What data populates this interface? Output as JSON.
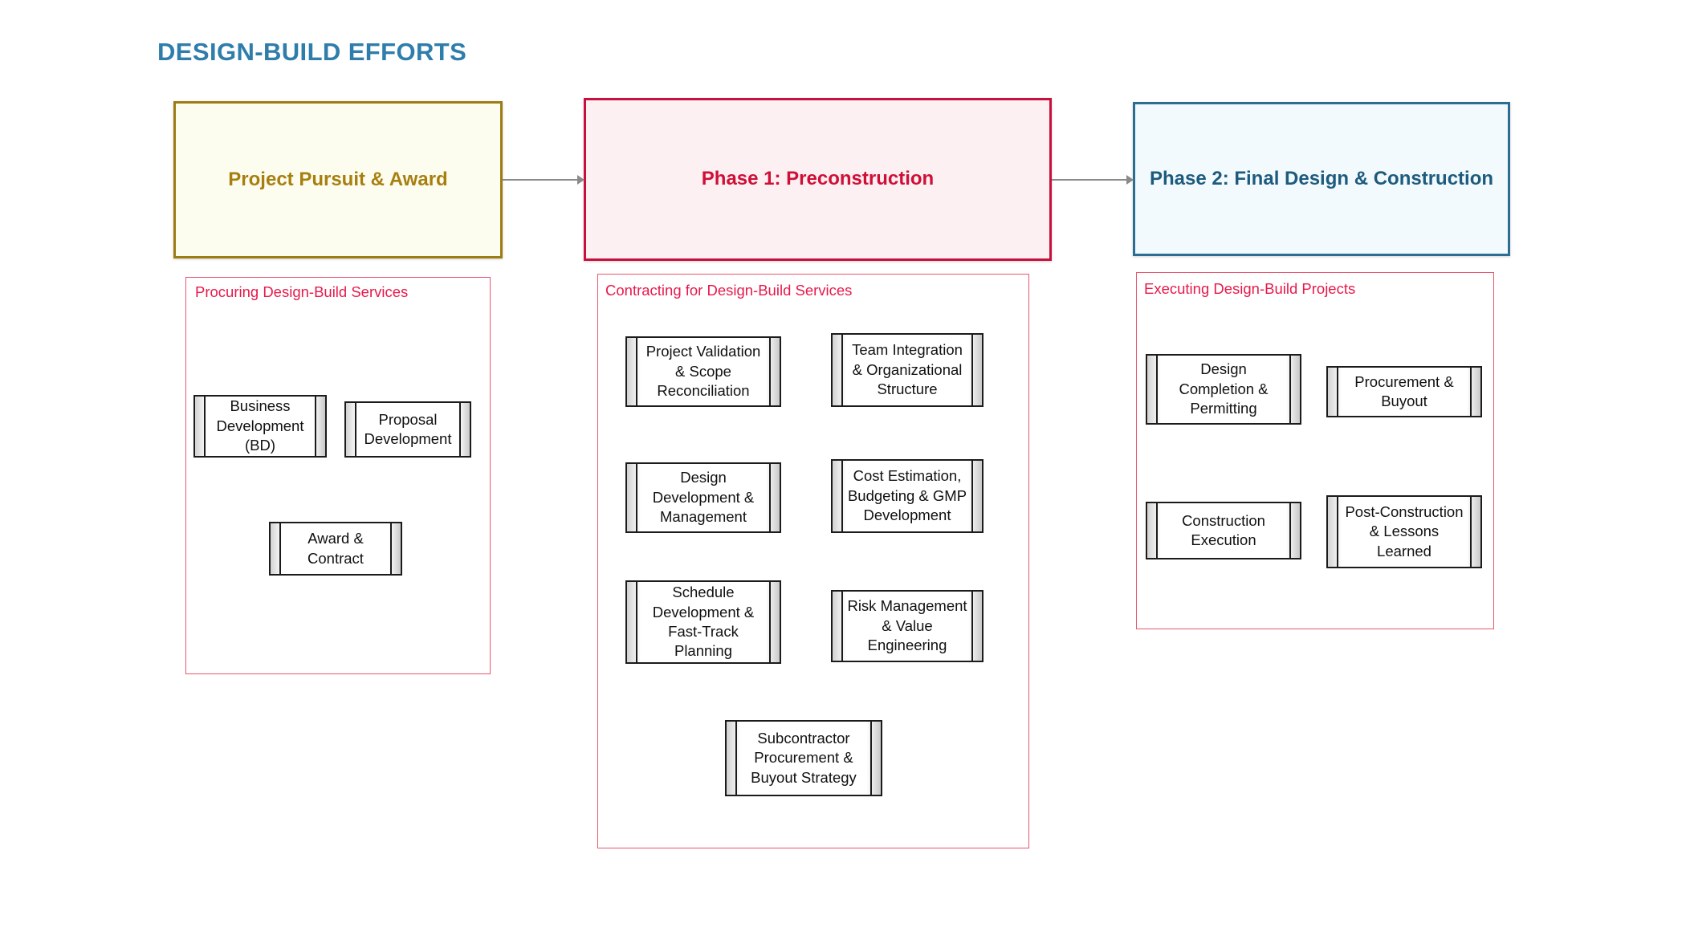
{
  "title": "DESIGN-BUILD EFFORTS",
  "colors": {
    "title": "#2e7daa",
    "phase1_border": "#9c7c14",
    "phase1_text": "#a77f10",
    "phase1_fill": "#fdfdef",
    "phase2_border": "#c8103c",
    "phase2_text": "#cf0f36",
    "phase2_fill": "#fdf0f3",
    "phase3_border": "#2b6e91",
    "phase3_text": "#1d5b7e",
    "phase3_fill": "#f3fafd",
    "group_border": "#e8566f",
    "group_label": "#e8194b",
    "node_border": "#1b1b1b",
    "connector": "#8a8a8a"
  },
  "phases": [
    {
      "id": "project-pursuit-award",
      "label": "Project Pursuit & Award"
    },
    {
      "id": "phase-1-preconstruction",
      "label": "Phase 1: Preconstruction"
    },
    {
      "id": "phase-2-final-design-construction",
      "label": "Phase 2: Final Design & Construction"
    }
  ],
  "connectors": [
    {
      "from": "project-pursuit-award",
      "to": "phase-1-preconstruction",
      "style": "arrow"
    },
    {
      "from": "phase-1-preconstruction",
      "to": "phase-2-final-design-construction",
      "style": "arrow"
    }
  ],
  "groups": [
    {
      "id": "procuring",
      "label": "Procuring Design-Build Services",
      "nodes": [
        {
          "id": "business-development",
          "label": "Business Development (BD)"
        },
        {
          "id": "proposal-development",
          "label": "Proposal Development"
        },
        {
          "id": "award-contract",
          "label": "Award & Contract"
        }
      ]
    },
    {
      "id": "contracting",
      "label": "Contracting for Design-Build Services",
      "nodes": [
        {
          "id": "project-validation-scope-reconciliation",
          "label": "Project Validation & Scope Reconciliation"
        },
        {
          "id": "team-integration-organizational-structure",
          "label": "Team Integration & Organizational Structure"
        },
        {
          "id": "design-development-management",
          "label": "Design Development & Management"
        },
        {
          "id": "cost-estimation-budgeting-gmp-development",
          "label": "Cost Estimation, Budgeting & GMP Development"
        },
        {
          "id": "schedule-development-fast-track-planning",
          "label": "Schedule Development & Fast-Track Planning"
        },
        {
          "id": "risk-management-value-engineering",
          "label": "Risk Management & Value Engineering"
        },
        {
          "id": "subcontractor-procurement-buyout-strategy",
          "label": "Subcontractor Procurement & Buyout Strategy"
        }
      ]
    },
    {
      "id": "executing",
      "label": "Executing Design-Build Projects",
      "nodes": [
        {
          "id": "design-completion-permitting",
          "label": "Design Completion & Permitting"
        },
        {
          "id": "procurement-buyout",
          "label": "Procurement & Buyout"
        },
        {
          "id": "construction-execution",
          "label": "Construction Execution"
        },
        {
          "id": "post-construction-lessons-learned",
          "label": "Post-Construction & Lessons Learned"
        }
      ]
    }
  ]
}
